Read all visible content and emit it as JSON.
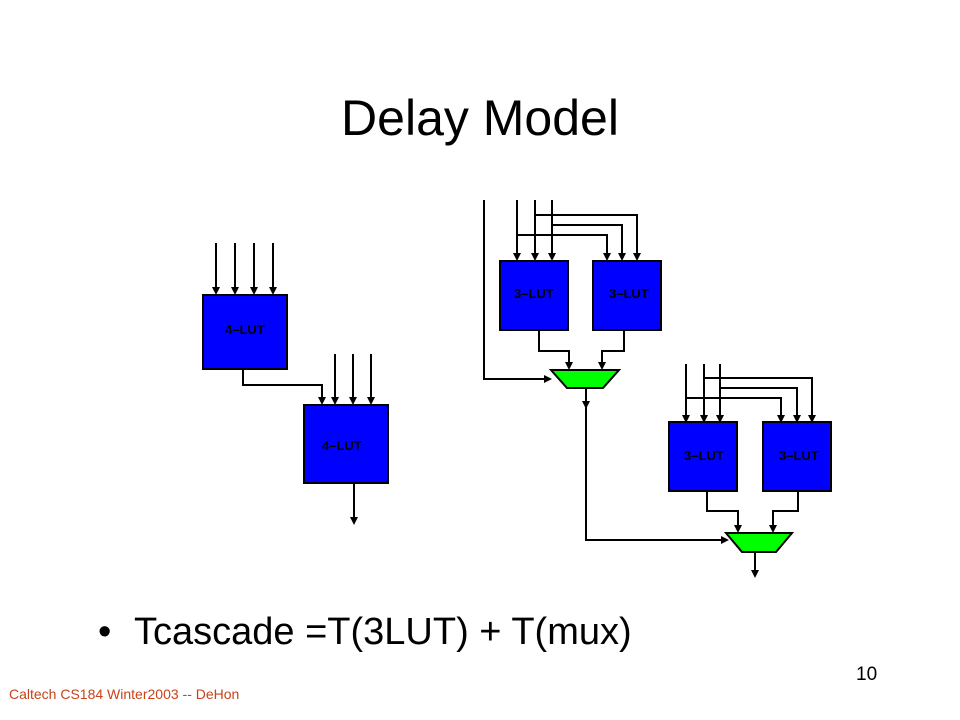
{
  "slide": {
    "title": "Delay Model",
    "bullet_symbol": "•",
    "bullet_text": "Tcascade =T(3LUT) + T(mux)",
    "footer": "Caltech CS184 Winter2003 -- DeHon",
    "page_number": "10"
  },
  "diagram": {
    "lut4_label": "4–LUT",
    "lut3_label": "3–LUT",
    "lut_color": "#0000ff",
    "mux_color": "#00ff00"
  }
}
